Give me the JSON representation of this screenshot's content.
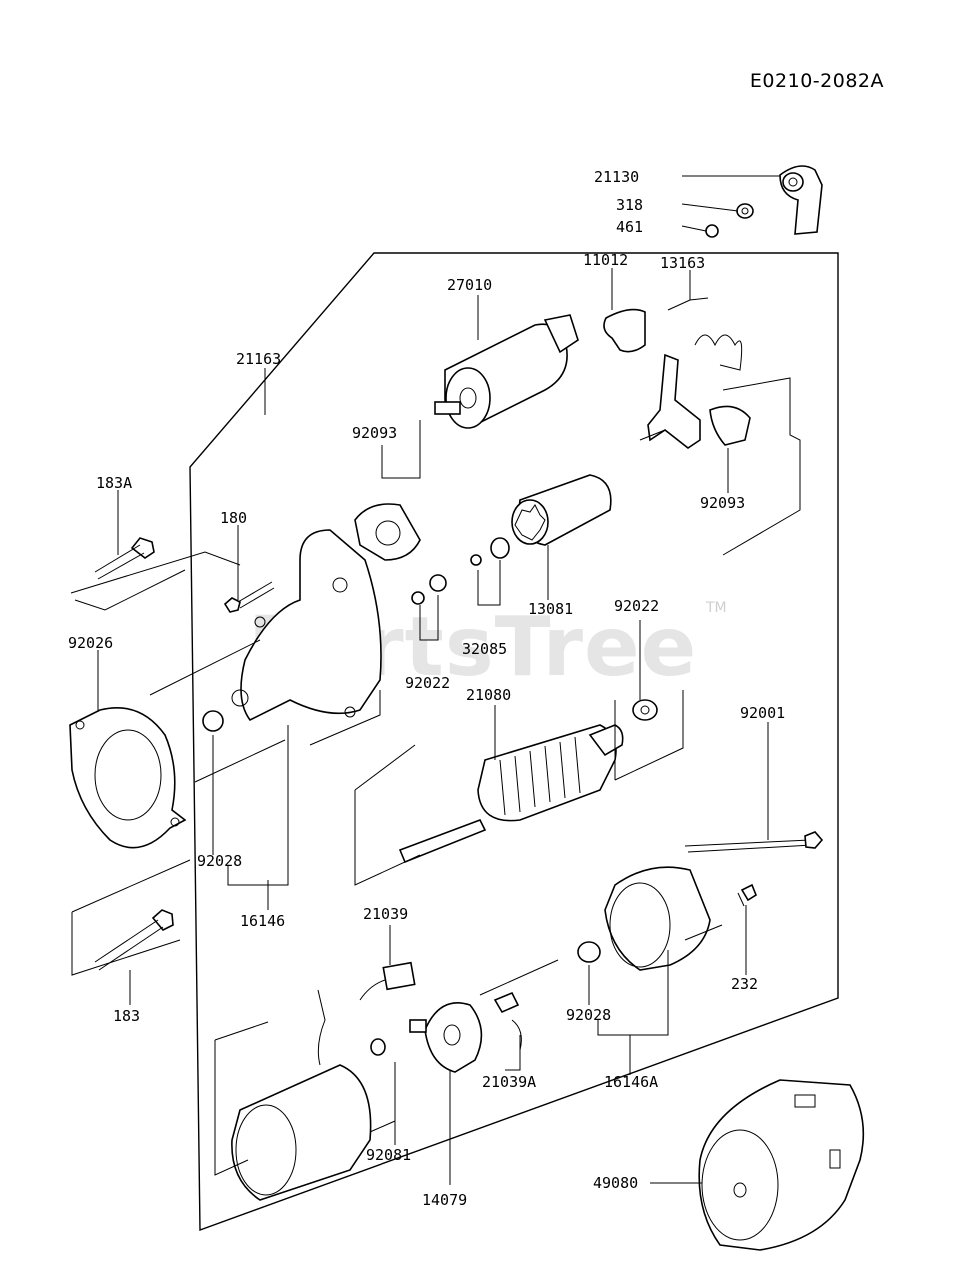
{
  "diagram_code": "E0210-2082A",
  "watermark": "PartsTree",
  "watermark_tm": "TM",
  "part_labels": {
    "p21130": "21130",
    "p318": "318",
    "p461": "461",
    "p11012": "11012",
    "p13163": "13163",
    "p27010": "27010",
    "p21163": "21163",
    "p92093a": "92093",
    "p92093b": "92093",
    "p183A": "183A",
    "p180": "180",
    "p92026": "92026",
    "p13081": "13081",
    "p92022a": "92022",
    "p32085": "32085",
    "p92022b": "92022",
    "p21080": "21080",
    "p92001": "92001",
    "p92028a": "92028",
    "p16146": "16146",
    "p183": "183",
    "p21039": "21039",
    "p232": "232",
    "p92028b": "92028",
    "p16146A": "16146A",
    "p21039A": "21039A",
    "p92081": "92081",
    "p14079": "14079",
    "p49080": "49080"
  }
}
